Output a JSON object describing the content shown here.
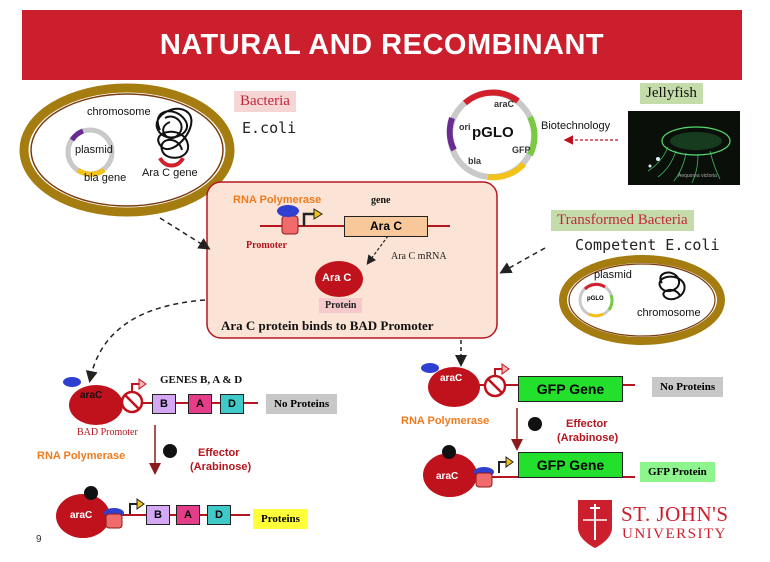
{
  "title": "NATURAL AND RECOMBINANT",
  "page_number": "9",
  "bacteria_cell": {
    "tag": "Bacteria",
    "species": "E.coli",
    "chromosome_label": "chromosome",
    "plasmid_label": "plasmid",
    "bla_label": "bla gene",
    "arac_gene_label": "Ara C gene"
  },
  "pglo": {
    "name": "pGLO",
    "araC": "araC",
    "ori": "ori",
    "gfp": "GFP",
    "bla": "bla",
    "biotech_label": "Biotechnology"
  },
  "jellyfish": {
    "tag": "Jellyfish",
    "credit": "Aequorea victoria"
  },
  "center_box": {
    "rna_pol": "RNA Polymerase",
    "gene_label": "gene",
    "arac_gene": "Ara C",
    "promoter": "Promoter",
    "mrna": "Ara C mRNA",
    "arac_protein": "Ara C",
    "protein_label": "Protein",
    "caption": "Ara C protein binds to BAD Promoter"
  },
  "transformed": {
    "tag": "Transformed Bacteria",
    "competent": "Competent E.coli",
    "plasmid_label": "plasmid",
    "pglo_small": "pGLO",
    "chromosome_label": "chromosome"
  },
  "left_operon": {
    "genes_title": "GENES B, A & D",
    "arac": "araC",
    "gene_b": "B",
    "gene_a": "A",
    "gene_d": "D",
    "no_proteins": "No Proteins",
    "bad_promoter": "BAD Promoter",
    "rna_pol": "RNA Polymerase",
    "effector": "Effector",
    "arabinose": "(Arabinose)",
    "arac2": "araC",
    "gene_b2": "B",
    "gene_a2": "A",
    "gene_d2": "D",
    "proteins": "Proteins"
  },
  "right_operon": {
    "arac": "araC",
    "gfp_gene": "GFP Gene",
    "no_proteins": "No Proteins",
    "rna_pol": "RNA Polymerase",
    "effector": "Effector",
    "arabinose": "(Arabinose)",
    "arac2": "araC",
    "gfp_gene2": "GFP Gene",
    "gfp_protein": "GFP Protein"
  },
  "logo": {
    "line1": "ST. JOHN'S",
    "line2": "UNIVERSITY"
  },
  "colors": {
    "title_red": "#cc1f2e",
    "cell_wall": "#b8860b",
    "arac_red": "#c0121c",
    "rna_pol_blue": "#2f3fd0",
    "gfp_green": "#22e02c",
    "center_box_fill": "#fbe4d5"
  }
}
